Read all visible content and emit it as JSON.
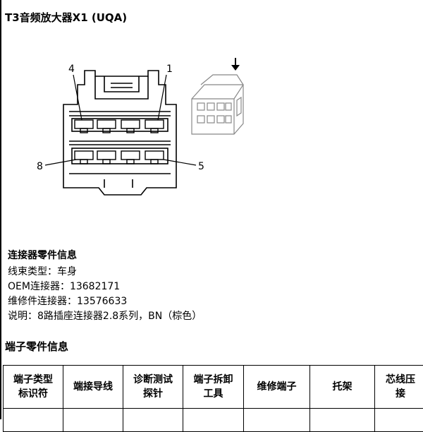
{
  "title": "T3音频放大器X1 (UQA)",
  "figure": {
    "pin_labels": [
      "4",
      "1",
      "8",
      "5"
    ]
  },
  "connector_info": {
    "heading": "连接器零件信息",
    "harness_type": "线束类型：车身",
    "oem_connector": "OEM连接器：13682171",
    "service_connector": "维修件连接器：13576633",
    "description": "说明：8路插座连接器2.8系列，BN（棕色）"
  },
  "terminal_section": {
    "title": "端子零件信息",
    "columns": [
      [
        "端子类型",
        "标识符"
      ],
      [
        "端接导线"
      ],
      [
        "诊断测试",
        "探针"
      ],
      [
        "端子拆卸",
        "工具"
      ],
      [
        "维修端子"
      ],
      [
        "托架"
      ],
      [
        "芯线压",
        "接"
      ]
    ]
  }
}
